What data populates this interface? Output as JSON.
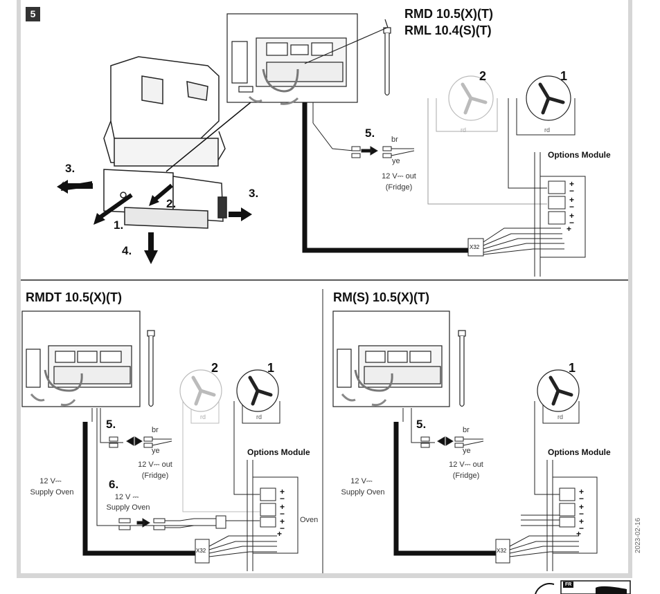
{
  "figure_number": "5",
  "top_panel": {
    "models": [
      "RMD 10.5(X)(T)",
      "RML 10.4(S)(T)"
    ],
    "steps": [
      "1.",
      "2.",
      "3.",
      "3.",
      "4.",
      "5."
    ],
    "fan_numbers": [
      "2",
      "1"
    ],
    "wire_colors": [
      "br",
      "ye"
    ],
    "fan_wire": "rd",
    "out_label": [
      "12 V⎓ out",
      "(Fridge)"
    ],
    "options_module": "Options Module",
    "connector": "X32",
    "terminal_signs": [
      "+",
      "−",
      "+",
      "−",
      "+",
      "−",
      "+"
    ]
  },
  "bottom_left_panel": {
    "title": "RMDT 10.5(X)(T)",
    "steps": [
      "5.",
      "6."
    ],
    "fan_numbers": [
      "2",
      "1"
    ],
    "wire_colors": [
      "br",
      "ye"
    ],
    "fan_wire": "rd",
    "out_label": [
      "12 V⎓ out",
      "(Fridge)"
    ],
    "supply_left": [
      "12 V⎓",
      "Supply Oven"
    ],
    "supply_step": [
      "12 V ⎓",
      "Supply Oven"
    ],
    "options_module": "Options Module",
    "oven": "Oven",
    "connector": "X32",
    "terminal_signs": [
      "+",
      "−",
      "+",
      "−",
      "+",
      "−",
      "+"
    ]
  },
  "bottom_right_panel": {
    "title": "RM(S) 10.5(X)(T)",
    "steps": [
      "5."
    ],
    "fan_numbers": [
      "1"
    ],
    "wire_colors": [
      "br",
      "ye"
    ],
    "fan_wire": "rd",
    "out_label": [
      "12 V⎓ out",
      "(Fridge)"
    ],
    "supply_left": [
      "12 V⎓",
      "Supply Oven"
    ],
    "options_module": "Options Module",
    "connector": "X32",
    "terminal_signs": [
      "+",
      "−",
      "+",
      "−",
      "+",
      "−",
      "+"
    ]
  },
  "footer": {
    "date": "2023-02-16",
    "lang": "FR"
  }
}
